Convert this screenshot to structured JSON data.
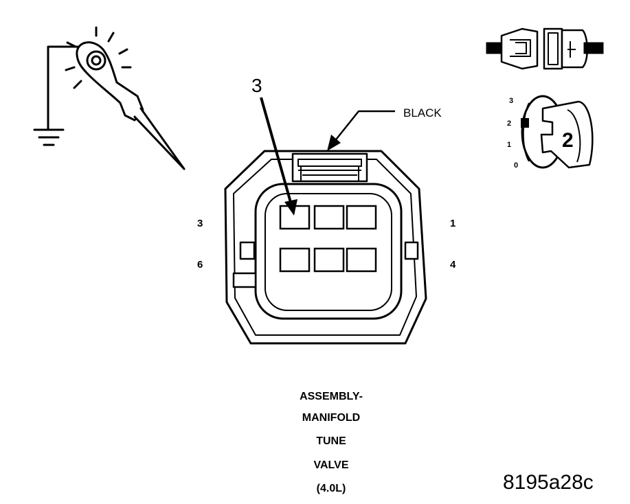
{
  "callouts": {
    "black_label": "BLACK",
    "terminal_callout": "3"
  },
  "pin_labels": {
    "top_left": "3",
    "top_right": "1",
    "bottom_left": "6",
    "bottom_right": "4"
  },
  "ignition": {
    "positions": [
      "3",
      "2",
      "1",
      "0"
    ],
    "key_position": "2"
  },
  "caption": {
    "lines": [
      "ASSEMBLY-",
      "MANIFOLD",
      "TUNE",
      "VALVE",
      "(4.0L)"
    ]
  },
  "reference_code": "8195a28c",
  "icons": {
    "probe": "test-light-probe-icon",
    "ground": "ground-symbol-icon",
    "connector": "disconnected-connector-icon",
    "ignition": "ignition-key-icon"
  }
}
